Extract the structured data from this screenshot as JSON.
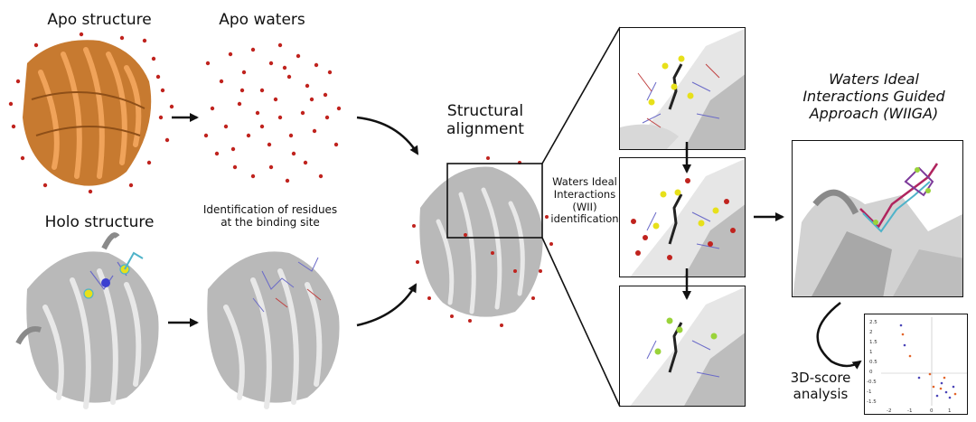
{
  "labels": {
    "apo_structure": "Apo structure",
    "apo_waters": "Apo waters",
    "holo_structure": "Holo structure",
    "identification": "Identification of residues at the binding site",
    "structural_alignment": "Structural alignment",
    "wii_identification": "Waters Ideal Interactions (WII) identification",
    "wiiga": "Waters Ideal Interactions Guided Approach (WIIGA)",
    "score_analysis": "3D-score analysis"
  },
  "scatter_plot": {
    "y_ticks": [
      "2.5",
      "2",
      "1.5",
      "1",
      "0.5",
      "0",
      "-0.5",
      "-1",
      "-1.5"
    ],
    "x_ticks": [
      "-2",
      "-1",
      "0",
      "1"
    ]
  },
  "colors": {
    "apo_protein": "#d98a3a",
    "holo_protein": "#b9b9b9",
    "water": "#c0231e",
    "wii_water": "#e7e01a",
    "ligand": "#b0245e",
    "ligand_alt": "#4fb3c9"
  }
}
